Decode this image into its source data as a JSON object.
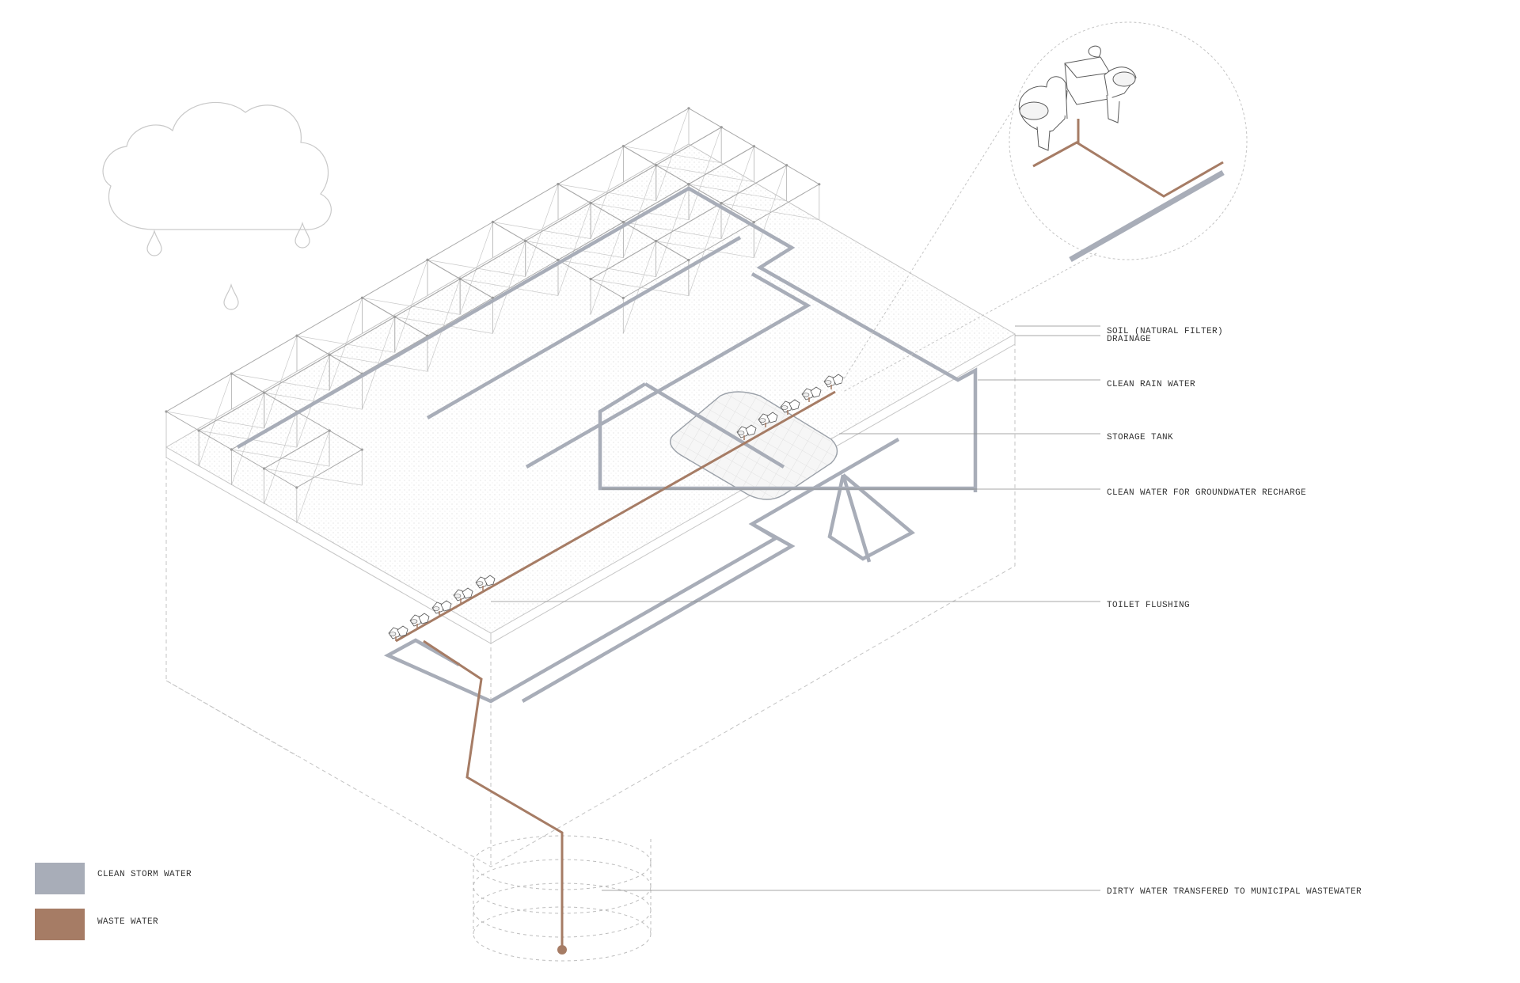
{
  "colors": {
    "storm": "#a8adb8",
    "waste": "#a67c65",
    "outline": "#c8c8c8",
    "dashed": "#bdbdbd",
    "text": "#333333"
  },
  "callouts": {
    "soil": "SOIL (NATURAL FILTER)",
    "drainage": "DRAINAGE",
    "clean_rain": "CLEAN RAIN WATER",
    "storage_tank": "STORAGE TANK",
    "recharge": "CLEAN WATER FOR GROUNDWATER RECHARGE",
    "toilet_flushing": "TOILET FLUSHING",
    "dirty_water": "DIRTY WATER TRANSFERED TO MUNICIPAL WASTEWATER"
  },
  "legend": [
    {
      "label": "CLEAN STORM WATER",
      "color": "#a8adb8"
    },
    {
      "label": "WASTE WATER",
      "color": "#a67c65"
    }
  ]
}
